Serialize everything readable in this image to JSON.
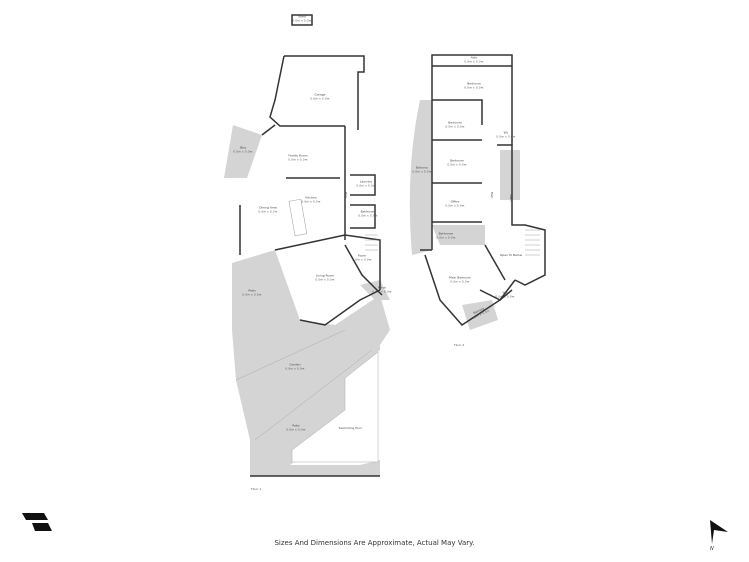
{
  "floor1": {
    "label": "Floor 1",
    "rooms": [
      {
        "name": "Shed",
        "dim": "0.0m x 0.0m"
      },
      {
        "name": "Garage",
        "dim": "0.0m x 0.0m"
      },
      {
        "name": "Bbq",
        "dim": "0.0m x 0.0m"
      },
      {
        "name": "Family Room",
        "dim": "0.0m x 0.0m"
      },
      {
        "name": "Kitchen",
        "dim": "0.0m x 0.0m"
      },
      {
        "name": "Dining Area",
        "dim": "0.0m x 0.0m"
      },
      {
        "name": "Laundry",
        "dim": "0.0m x 0.0m"
      },
      {
        "name": "Bathroom",
        "dim": "0.0m x 0.0m"
      },
      {
        "name": "Hall",
        "dim": "0.0m x 0.0m"
      },
      {
        "name": "Foyer",
        "dim": "0.0m x 0.0m"
      },
      {
        "name": "Living Room",
        "dim": "0.0m x 0.0m"
      },
      {
        "name": "Porch",
        "dim": "0.0m x 0.0m"
      },
      {
        "name": "Patio",
        "dim": "0.0m x 0.0m"
      },
      {
        "name": "Garden",
        "dim": "0.0m x 0.0m"
      },
      {
        "name": "Patio",
        "dim": "0.0m x 0.0m"
      },
      {
        "name": "Swimming Pool",
        "dim": ""
      }
    ]
  },
  "floor2": {
    "label": "Floor 2",
    "rooms": [
      {
        "name": "Attic",
        "dim": "0.0m x 0.0m"
      },
      {
        "name": "Bedroom",
        "dim": "0.0m x 0.0m"
      },
      {
        "name": "Bedroom",
        "dim": "0.0m x 0.0m"
      },
      {
        "name": "Bedroom",
        "dim": "0.0m x 0.0m"
      },
      {
        "name": "Office",
        "dim": "0.0m x 0.0m"
      },
      {
        "name": "Balcony",
        "dim": "0.0m x 0.0m"
      },
      {
        "name": "Wc",
        "dim": "0.0m x 0.0m"
      },
      {
        "name": "Bath",
        "dim": "0.0m x 0.0m"
      },
      {
        "name": "Hall",
        "dim": "0.0m x 0.0m"
      },
      {
        "name": "Bathroom",
        "dim": "0.0m x 0.0m"
      },
      {
        "name": "Main Bedroom",
        "dim": "0.0m x 0.0m"
      },
      {
        "name": "Open To Below",
        "dim": ""
      },
      {
        "name": "Wir",
        "dim": "0.0m x 0.0m"
      },
      {
        "name": "Balcony",
        "dim": "0.0m x 0.0m"
      }
    ]
  },
  "footer": {
    "disclaimer": "Sizes And Dimensions Are Approximate, Actual May Vary.",
    "compass_label": "N"
  },
  "colors": {
    "wall": "#333333",
    "outdoor": "#d4d4d4",
    "room": "#ffffff"
  }
}
